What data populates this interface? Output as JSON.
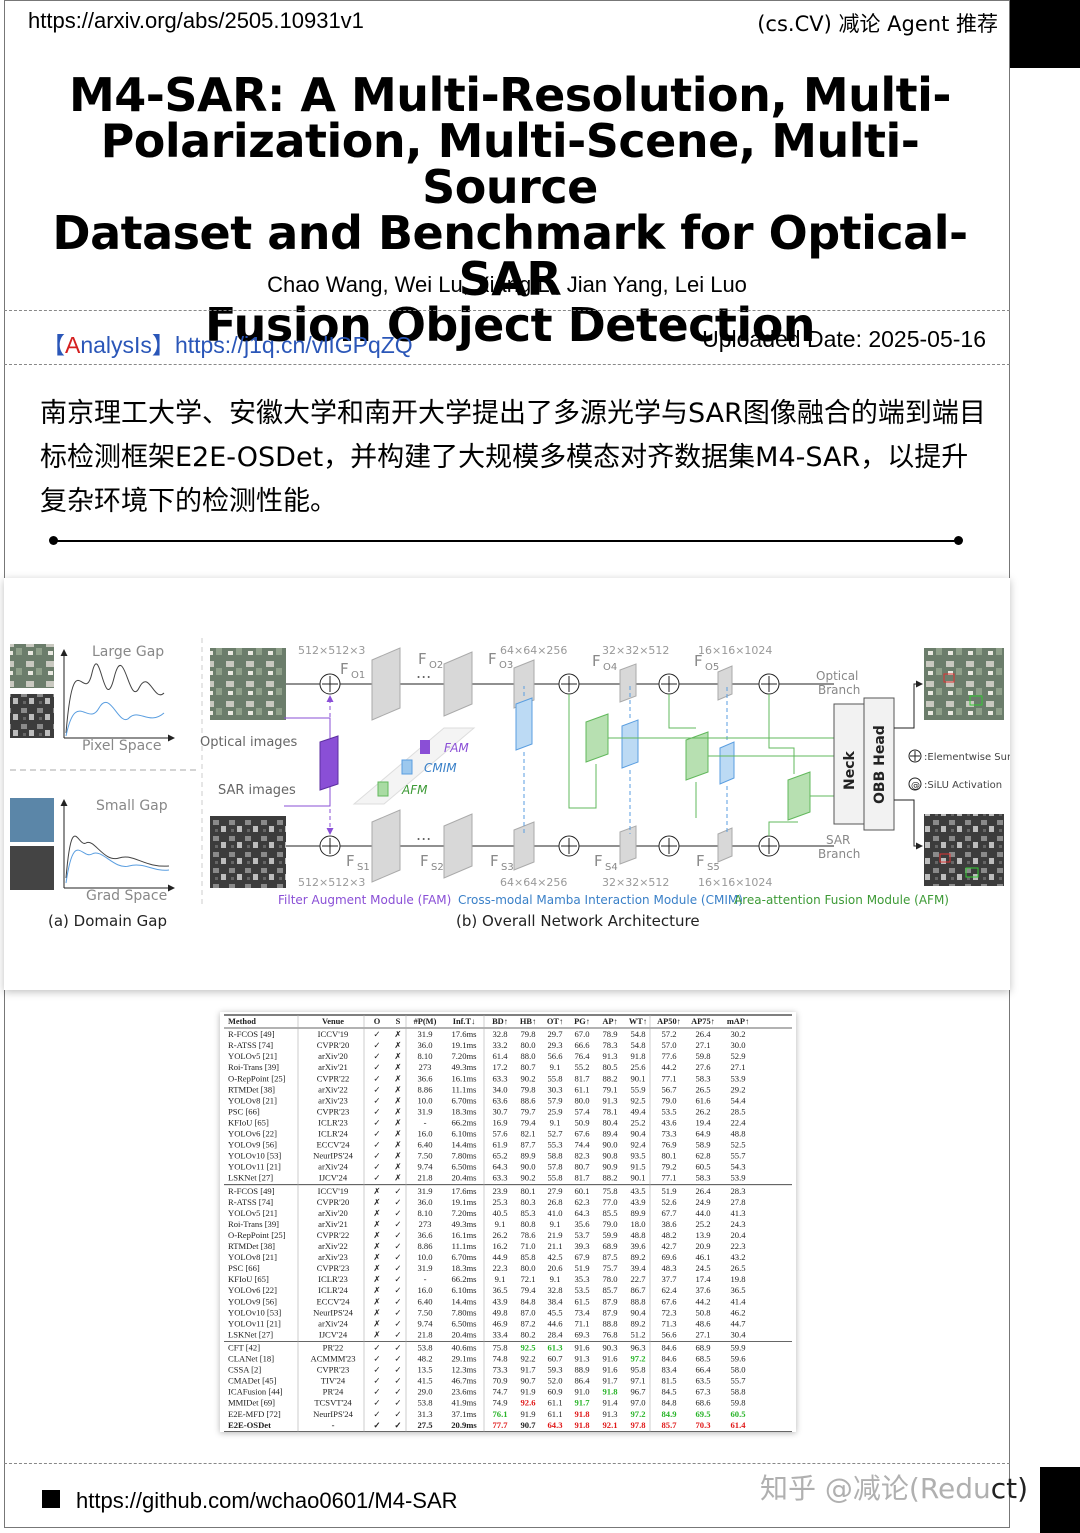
{
  "header": {
    "url": "https://arxiv.org/abs/2505.10931v1",
    "tag": "(cs.CV) 减论 Agent 推荐"
  },
  "paper": {
    "title_lines": [
      "M4-SAR: A Multi-Resolution, Multi-",
      "Polarization, Multi-Scene, Multi-Source",
      "Dataset and Benchmark for Optical-SAR",
      "Fusion Object Detection"
    ],
    "authors": "Chao Wang, Wei Lu, Xiang Li, Jian Yang, Lei Luo"
  },
  "analysis": {
    "bracket_open": "【",
    "a": "A",
    "rest": "nalysIs】",
    "link": "https://j1q.cn/vlIGPqZQ"
  },
  "uploaded": "Uploaded Date: 2025-05-16",
  "summary": "南京理工大学、安徽大学和南开大学提出了多源光学与SAR图像融合的端到端目标检测框架E2E-OSDet，并构建了大规模多模态对齐数据集M4-SAR，以提升复杂环境下的检测性能。",
  "figure": {
    "left": {
      "large_gap": "Large Gap",
      "pixel_space": "Pixel Space",
      "small_gap": "Small Gap",
      "grad_space": "Grad Space",
      "caption": "(a) Domain Gap"
    },
    "optical_images": "Optical  images",
    "sar_images": "SAR  images",
    "dims_top": [
      "512×512×3",
      "64×64×256",
      "32×32×512",
      "16×16×1024"
    ],
    "dims_bot": [
      "512×512×3",
      "64×64×256",
      "32×32×512",
      "16×16×1024"
    ],
    "fo": [
      "F",
      "F",
      "F",
      "F",
      "F"
    ],
    "fo_sub": [
      "O1",
      "O2",
      "O3",
      "O4",
      "O5"
    ],
    "fs_sub": [
      "S1",
      "S2",
      "S3",
      "S4",
      "S5"
    ],
    "legend": {
      "fam": "FAM",
      "cmim": "CMIM",
      "afm": "AFM"
    },
    "neck": "Neck",
    "obb_head": "OBB Head",
    "optical_branch": [
      "Optical",
      "Branch"
    ],
    "sar_branch": [
      "SAR",
      "Branch"
    ],
    "elementwise": ":Elementwise Sum",
    "silu": ":SiLU Activation",
    "module_labels": {
      "fam": "Filter Augment Module (FAM)",
      "cmim": "Cross-modal Mamba Interaction Module (CMIM)",
      "afm": "Area-attention Fusion Module (AFM)"
    },
    "caption": "(b) Overall Network Architecture",
    "colors": {
      "fam": "#8a4fd6",
      "cmim": "#5a9ee0",
      "afm": "#62b85c"
    }
  },
  "table": {
    "columns": [
      "Method",
      "Venue",
      "O",
      "S",
      "#P(M)",
      "Inf.T↓",
      "BD↑",
      "HB↑",
      "OT↑",
      "PG↑",
      "AP↑",
      "WT↑",
      "AP50↑",
      "AP75↑",
      "mAP↑"
    ],
    "group1": [
      [
        "R-FCOS [49]",
        "ICCV'19",
        "✓",
        "✗",
        "31.9",
        "17.6ms",
        "32.8",
        "79.8",
        "29.7",
        "67.0",
        "78.9",
        "54.8",
        "57.2",
        "26.4",
        "30.2"
      ],
      [
        "R-ATSS [74]",
        "CVPR'20",
        "✓",
        "✗",
        "36.0",
        "19.1ms",
        "33.2",
        "80.0",
        "29.3",
        "66.6",
        "78.3",
        "54.8",
        "57.0",
        "27.1",
        "30.0"
      ],
      [
        "YOLOv5 [21]",
        "arXiv'20",
        "✓",
        "✗",
        "8.10",
        "7.20ms",
        "61.4",
        "88.0",
        "56.6",
        "76.4",
        "91.3",
        "91.8",
        "77.6",
        "59.8",
        "52.9"
      ],
      [
        "Roi-Trans [39]",
        "arXiv'21",
        "✓",
        "✗",
        "273",
        "49.3ms",
        "17.2",
        "80.7",
        "9.1",
        "55.2",
        "80.5",
        "25.6",
        "44.2",
        "27.6",
        "27.1"
      ],
      [
        "O-RepPoint [25]",
        "CVPR'22",
        "✓",
        "✗",
        "36.6",
        "16.1ms",
        "63.3",
        "90.2",
        "55.8",
        "81.7",
        "88.2",
        "90.1",
        "77.1",
        "58.3",
        "53.9"
      ],
      [
        "RTMDet [38]",
        "arXiv'22",
        "✓",
        "✗",
        "8.86",
        "11.1ms",
        "34.0",
        "79.8",
        "30.3",
        "61.1",
        "79.1",
        "55.9",
        "56.7",
        "26.5",
        "29.2"
      ],
      [
        "YOLOv8 [21]",
        "arXiv'23",
        "✓",
        "✗",
        "10.0",
        "6.70ms",
        "63.6",
        "88.6",
        "57.9",
        "80.0",
        "91.3",
        "92.5",
        "79.0",
        "61.6",
        "54.4"
      ],
      [
        "PSC [66]",
        "CVPR'23",
        "✓",
        "✗",
        "31.9",
        "18.3ms",
        "30.7",
        "79.7",
        "25.9",
        "57.4",
        "78.1",
        "49.4",
        "53.5",
        "26.2",
        "28.5"
      ],
      [
        "KFIoU [65]",
        "ICLR'23",
        "✓",
        "✗",
        "-",
        "66.2ms",
        "16.9",
        "79.4",
        "9.1",
        "50.9",
        "80.4",
        "25.2",
        "43.6",
        "19.4",
        "22.4"
      ],
      [
        "YOLOv6 [22]",
        "ICLR'24",
        "✓",
        "✗",
        "16.0",
        "6.10ms",
        "57.6",
        "82.1",
        "52.7",
        "67.6",
        "89.4",
        "90.4",
        "73.3",
        "64.9",
        "48.8"
      ],
      [
        "YOLOv9 [56]",
        "ECCV'24",
        "✓",
        "✗",
        "6.40",
        "14.4ms",
        "61.9",
        "87.7",
        "55.3",
        "74.4",
        "90.0",
        "92.4",
        "76.9",
        "58.9",
        "52.5"
      ],
      [
        "YOLOv10 [53]",
        "NeurIPS'24",
        "✓",
        "✗",
        "7.50",
        "7.80ms",
        "65.2",
        "89.9",
        "58.8",
        "82.3",
        "90.8",
        "93.5",
        "80.1",
        "62.8",
        "55.7"
      ],
      [
        "YOLOv11 [21]",
        "arXiv'24",
        "✓",
        "✗",
        "9.74",
        "6.50ms",
        "64.3",
        "90.0",
        "57.8",
        "80.7",
        "90.9",
        "91.5",
        "79.2",
        "60.5",
        "54.3"
      ],
      [
        "LSKNet [27]",
        "IJCV'24",
        "✓",
        "✗",
        "21.8",
        "20.4ms",
        "63.3",
        "90.2",
        "55.8",
        "81.7",
        "88.2",
        "90.1",
        "77.1",
        "58.3",
        "53.9"
      ]
    ],
    "group2": [
      [
        "R-FCOS [49]",
        "ICCV'19",
        "✗",
        "✓",
        "31.9",
        "17.6ms",
        "23.9",
        "80.1",
        "27.9",
        "60.1",
        "75.8",
        "43.5",
        "51.9",
        "26.4",
        "28.3"
      ],
      [
        "R-ATSS [74]",
        "CVPR'20",
        "✗",
        "✓",
        "36.0",
        "19.1ms",
        "25.3",
        "80.3",
        "26.8",
        "62.3",
        "77.0",
        "43.9",
        "52.6",
        "24.9",
        "27.8"
      ],
      [
        "YOLOv5 [21]",
        "arXiv'20",
        "✗",
        "✓",
        "8.10",
        "7.20ms",
        "40.5",
        "85.3",
        "41.0",
        "64.3",
        "85.5",
        "89.9",
        "67.7",
        "44.0",
        "41.3"
      ],
      [
        "Roi-Trans [39]",
        "arXiv'21",
        "✗",
        "✓",
        "273",
        "49.3ms",
        "9.1",
        "80.8",
        "9.1",
        "35.6",
        "79.0",
        "18.0",
        "38.6",
        "25.2",
        "24.3"
      ],
      [
        "O-RepPoint [25]",
        "CVPR'22",
        "✗",
        "✓",
        "36.6",
        "16.1ms",
        "26.2",
        "78.6",
        "21.9",
        "53.7",
        "59.9",
        "48.8",
        "48.2",
        "13.9",
        "20.4"
      ],
      [
        "RTMDet [38]",
        "arXiv'22",
        "✗",
        "✓",
        "8.86",
        "11.1ms",
        "16.2",
        "71.0",
        "21.1",
        "39.3",
        "68.9",
        "39.6",
        "42.7",
        "20.9",
        "22.3"
      ],
      [
        "YOLOv8 [21]",
        "arXiv'23",
        "✗",
        "✓",
        "10.0",
        "6.70ms",
        "44.9",
        "85.8",
        "42.5",
        "67.9",
        "87.5",
        "89.2",
        "69.6",
        "46.1",
        "43.2"
      ],
      [
        "PSC [66]",
        "CVPR'23",
        "✗",
        "✓",
        "31.9",
        "18.3ms",
        "22.3",
        "80.0",
        "20.6",
        "51.9",
        "75.7",
        "39.4",
        "48.3",
        "24.5",
        "26.5"
      ],
      [
        "KFIoU [65]",
        "ICLR'23",
        "✗",
        "✓",
        "-",
        "66.2ms",
        "9.1",
        "72.1",
        "9.1",
        "35.3",
        "78.0",
        "22.7",
        "37.7",
        "17.4",
        "19.8"
      ],
      [
        "YOLOv6 [22]",
        "ICLR'24",
        "✗",
        "✓",
        "16.0",
        "6.10ms",
        "36.5",
        "79.4",
        "32.8",
        "53.5",
        "85.7",
        "86.7",
        "62.4",
        "37.6",
        "36.5"
      ],
      [
        "YOLOv9 [56]",
        "ECCV'24",
        "✗",
        "✓",
        "6.40",
        "14.4ms",
        "43.9",
        "84.8",
        "38.4",
        "61.5",
        "87.9",
        "88.8",
        "67.6",
        "44.2",
        "41.4"
      ],
      [
        "YOLOv10 [53]",
        "NeurIPS'24",
        "✗",
        "✓",
        "7.50",
        "7.80ms",
        "49.8",
        "87.0",
        "45.5",
        "73.4",
        "87.9",
        "90.4",
        "72.3",
        "50.8",
        "46.2"
      ],
      [
        "YOLOv11 [21]",
        "arXiv'24",
        "✗",
        "✓",
        "9.74",
        "6.50ms",
        "46.9",
        "87.2",
        "44.6",
        "71.1",
        "88.8",
        "89.2",
        "71.3",
        "48.6",
        "44.7"
      ],
      [
        "LSKNet [27]",
        "IJCV'24",
        "✗",
        "✓",
        "21.8",
        "20.4ms",
        "33.4",
        "80.2",
        "28.4",
        "69.3",
        "76.8",
        "51.2",
        "56.6",
        "27.1",
        "30.4"
      ]
    ],
    "group3": [
      [
        "CFT [42]",
        "PR'22",
        "✓",
        "✓",
        "53.8",
        "40.6ms",
        "75.8",
        "92.5",
        "61.3",
        "91.6",
        "90.3",
        "96.3",
        "84.6",
        "68.9",
        "59.9"
      ],
      [
        "CLANet [18]",
        "ACMMM'23",
        "✓",
        "✓",
        "48.2",
        "29.1ms",
        "74.8",
        "92.2",
        "60.7",
        "91.3",
        "91.6",
        "97.2",
        "84.6",
        "68.5",
        "59.6"
      ],
      [
        "CSSA [2]",
        "CVPR'23",
        "✓",
        "✓",
        "13.5",
        "12.3ms",
        "73.3",
        "91.7",
        "59.3",
        "88.9",
        "91.6",
        "95.8",
        "83.4",
        "66.4",
        "58.0"
      ],
      [
        "CMADet [45]",
        "TIV'24",
        "✓",
        "✓",
        "41.5",
        "46.7ms",
        "70.9",
        "90.7",
        "52.0",
        "86.4",
        "91.7",
        "97.1",
        "81.5",
        "63.5",
        "55.7"
      ],
      [
        "ICAFusion [44]",
        "PR'24",
        "✓",
        "✓",
        "29.0",
        "23.6ms",
        "74.7",
        "91.9",
        "60.9",
        "91.0",
        "91.8",
        "96.7",
        "84.5",
        "67.3",
        "58.8"
      ],
      [
        "MMIDet [69]",
        "TCSVT'24",
        "✓",
        "✓",
        "53.8",
        "41.9ms",
        "74.9",
        "92.6",
        "61.1",
        "91.7",
        "91.4",
        "97.0",
        "84.8",
        "68.6",
        "59.8"
      ],
      [
        "E2E-MFD [72]",
        "NeurIPS'24",
        "✓",
        "✓",
        "31.3",
        "37.1ms",
        "76.1",
        "91.9",
        "61.1",
        "91.8",
        "91.3",
        "97.2",
        "84.9",
        "69.5",
        "60.5"
      ],
      [
        "E2E-OSDet",
        "-",
        "✓",
        "✓",
        "27.5",
        "20.9ms",
        "77.7",
        "90.7",
        "64.3",
        "91.8",
        "92.1",
        "97.8",
        "85.7",
        "70.3",
        "61.4"
      ]
    ],
    "highlights": {
      "green": [
        [
          0,
          7
        ],
        [
          0,
          8
        ],
        [
          1,
          11
        ],
        [
          4,
          10
        ],
        [
          5,
          9
        ],
        [
          6,
          6
        ],
        [
          6,
          11
        ],
        [
          6,
          12
        ],
        [
          6,
          13
        ],
        [
          6,
          14
        ]
      ],
      "red": [
        [
          5,
          7
        ],
        [
          6,
          9
        ],
        [
          7,
          6
        ],
        [
          7,
          8
        ],
        [
          7,
          9
        ],
        [
          7,
          10
        ],
        [
          7,
          11
        ],
        [
          7,
          12
        ],
        [
          7,
          13
        ],
        [
          7,
          14
        ]
      ]
    }
  },
  "footer": {
    "github": "https://github.com/wchao0601/M4-SAR",
    "watermark_a": "知乎 @减论(",
    "watermark_b": "Redu",
    "watermark_c": "ct)"
  }
}
